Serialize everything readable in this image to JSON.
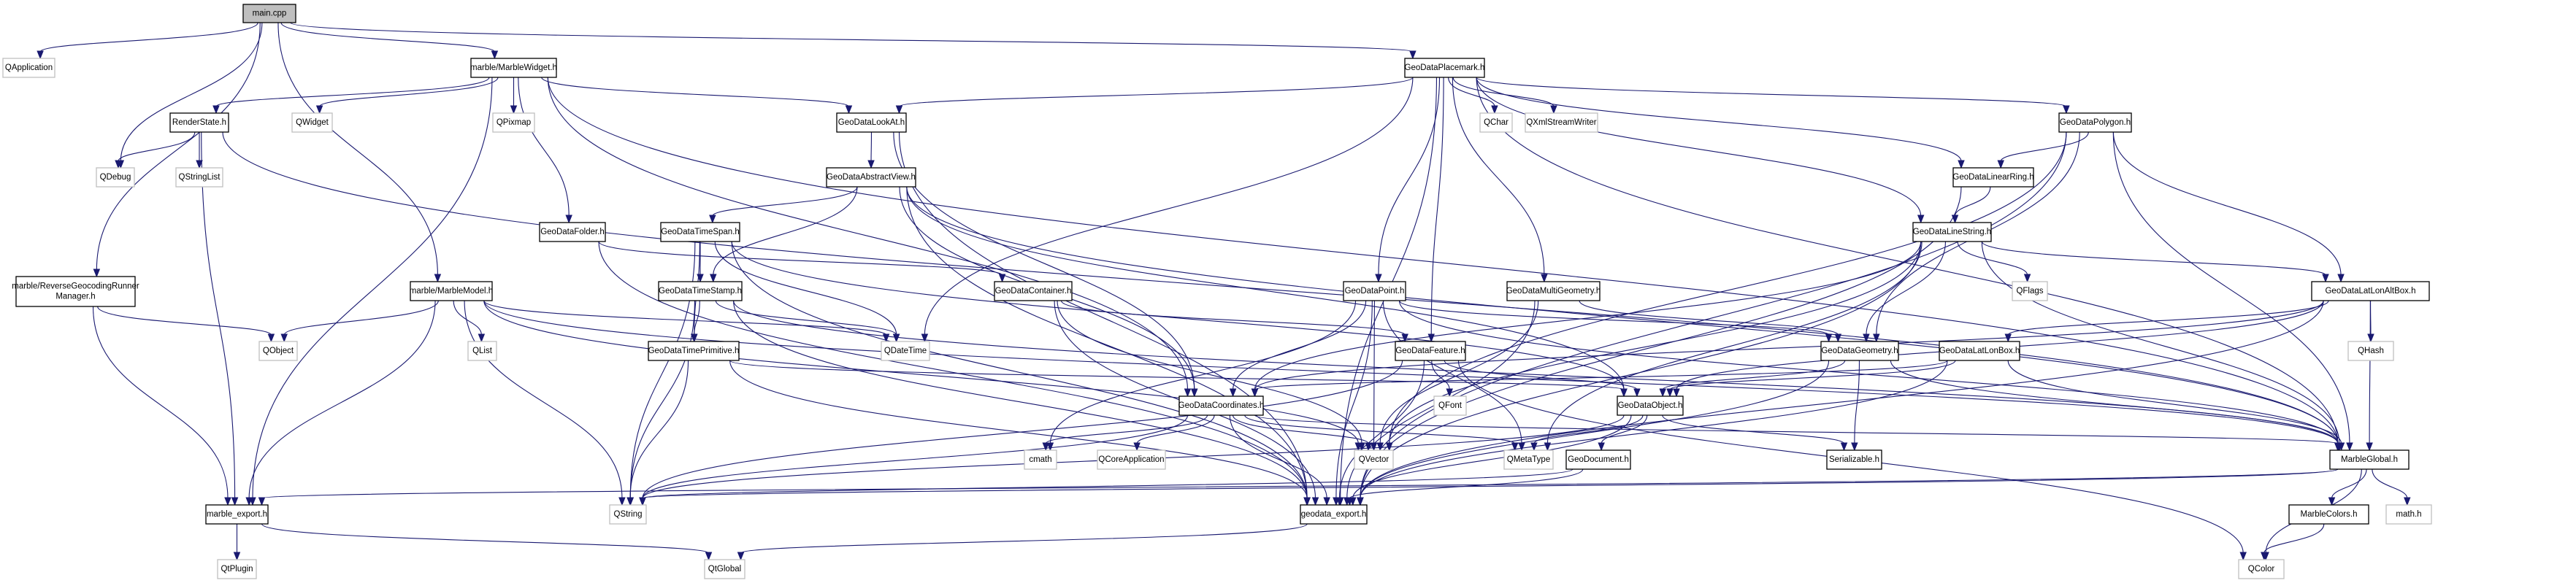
{
  "title": "main.cpp include dependency graph",
  "colors": {
    "edge": "#191970",
    "root_fill": "#bfbfbf",
    "internal_border": "#000000",
    "external_border": "#bfbfbf",
    "node_fill": "#ffffff"
  },
  "nodes": [
    {
      "id": "main_cpp",
      "label": "main.cpp",
      "kind": "root"
    },
    {
      "id": "QApplication",
      "label": "QApplication",
      "kind": "external"
    },
    {
      "id": "MarbleWidget",
      "label": "marble/MarbleWidget.h",
      "kind": "internal"
    },
    {
      "id": "GeoDataPlacemark",
      "label": "GeoDataPlacemark.h",
      "kind": "internal"
    },
    {
      "id": "RenderState",
      "label": "RenderState.h",
      "kind": "internal"
    },
    {
      "id": "QWidget",
      "label": "QWidget",
      "kind": "external"
    },
    {
      "id": "QPixmap",
      "label": "QPixmap",
      "kind": "external"
    },
    {
      "id": "GeoDataLookAt",
      "label": "GeoDataLookAt.h",
      "kind": "internal"
    },
    {
      "id": "QChar",
      "label": "QChar",
      "kind": "external"
    },
    {
      "id": "QXmlStreamWriter",
      "label": "QXmlStreamWriter",
      "kind": "external"
    },
    {
      "id": "GeoDataPolygon",
      "label": "GeoDataPolygon.h",
      "kind": "internal"
    },
    {
      "id": "QDebug",
      "label": "QDebug",
      "kind": "external"
    },
    {
      "id": "QStringList",
      "label": "QStringList",
      "kind": "external"
    },
    {
      "id": "GeoDataAbstractView",
      "label": "GeoDataAbstractView.h",
      "kind": "internal"
    },
    {
      "id": "GeoDataLinearRing",
      "label": "GeoDataLinearRing.h",
      "kind": "internal"
    },
    {
      "id": "GeoDataFolder",
      "label": "GeoDataFolder.h",
      "kind": "internal"
    },
    {
      "id": "GeoDataTimeSpan",
      "label": "GeoDataTimeSpan.h",
      "kind": "internal"
    },
    {
      "id": "GeoDataLineString",
      "label": "GeoDataLineString.h",
      "kind": "internal"
    },
    {
      "id": "ReverseGeocodingRunnerManager",
      "label": "marble/ReverseGeocodingRunner\nManager.h",
      "kind": "internal"
    },
    {
      "id": "MarbleModel",
      "label": "marble/MarbleModel.h",
      "kind": "internal"
    },
    {
      "id": "GeoDataTimeStamp",
      "label": "GeoDataTimeStamp.h",
      "kind": "internal"
    },
    {
      "id": "GeoDataContainer",
      "label": "GeoDataContainer.h",
      "kind": "internal"
    },
    {
      "id": "GeoDataPoint",
      "label": "GeoDataPoint.h",
      "kind": "internal"
    },
    {
      "id": "GeoDataMultiGeometry",
      "label": "GeoDataMultiGeometry.h",
      "kind": "internal"
    },
    {
      "id": "QFlags",
      "label": "QFlags",
      "kind": "external"
    },
    {
      "id": "GeoDataLatLonAltBox",
      "label": "GeoDataLatLonAltBox.h",
      "kind": "internal"
    },
    {
      "id": "QObject",
      "label": "QObject",
      "kind": "external"
    },
    {
      "id": "QList",
      "label": "QList",
      "kind": "external"
    },
    {
      "id": "GeoDataTimePrimitive",
      "label": "GeoDataTimePrimitive.h",
      "kind": "internal"
    },
    {
      "id": "QDateTime",
      "label": "QDateTime",
      "kind": "external"
    },
    {
      "id": "GeoDataFeature",
      "label": "GeoDataFeature.h",
      "kind": "internal"
    },
    {
      "id": "GeoDataGeometry",
      "label": "GeoDataGeometry.h",
      "kind": "internal"
    },
    {
      "id": "GeoDataLatLonBox",
      "label": "GeoDataLatLonBox.h",
      "kind": "internal"
    },
    {
      "id": "QHash",
      "label": "QHash",
      "kind": "external"
    },
    {
      "id": "GeoDataCoordinates",
      "label": "GeoDataCoordinates.h",
      "kind": "internal"
    },
    {
      "id": "QFont",
      "label": "QFont",
      "kind": "external"
    },
    {
      "id": "GeoDataObject",
      "label": "GeoDataObject.h",
      "kind": "internal"
    },
    {
      "id": "cmath",
      "label": "cmath",
      "kind": "external"
    },
    {
      "id": "QCoreApplication",
      "label": "QCoreApplication",
      "kind": "external"
    },
    {
      "id": "QVector",
      "label": "QVector",
      "kind": "external"
    },
    {
      "id": "QMetaType",
      "label": "QMetaType",
      "kind": "external"
    },
    {
      "id": "GeoDocument",
      "label": "GeoDocument.h",
      "kind": "internal"
    },
    {
      "id": "Serializable",
      "label": "Serializable.h",
      "kind": "internal"
    },
    {
      "id": "MarbleGlobal",
      "label": "MarbleGlobal.h",
      "kind": "internal"
    },
    {
      "id": "marble_export",
      "label": "marble_export.h",
      "kind": "internal"
    },
    {
      "id": "QString",
      "label": "QString",
      "kind": "external"
    },
    {
      "id": "geodata_export",
      "label": "geodata_export.h",
      "kind": "internal"
    },
    {
      "id": "MarbleColors",
      "label": "MarbleColors.h",
      "kind": "internal"
    },
    {
      "id": "math_h",
      "label": "math.h",
      "kind": "external"
    },
    {
      "id": "QtPlugin",
      "label": "QtPlugin",
      "kind": "external"
    },
    {
      "id": "QtGlobal",
      "label": "QtGlobal",
      "kind": "external"
    },
    {
      "id": "QColor",
      "label": "QColor",
      "kind": "external"
    }
  ],
  "edges": [
    [
      "main_cpp",
      "QApplication"
    ],
    [
      "main_cpp",
      "MarbleWidget"
    ],
    [
      "main_cpp",
      "GeoDataPlacemark"
    ],
    [
      "main_cpp",
      "QDebug"
    ],
    [
      "main_cpp",
      "ReverseGeocodingRunnerManager"
    ],
    [
      "main_cpp",
      "MarbleModel"
    ],
    [
      "MarbleWidget",
      "RenderState"
    ],
    [
      "MarbleWidget",
      "QWidget"
    ],
    [
      "MarbleWidget",
      "QPixmap"
    ],
    [
      "MarbleWidget",
      "GeoDataLookAt"
    ],
    [
      "MarbleWidget",
      "GeoDataFolder"
    ],
    [
      "MarbleWidget",
      "marble_export"
    ],
    [
      "MarbleWidget",
      "GeoDataCoordinates"
    ],
    [
      "MarbleWidget",
      "MarbleGlobal"
    ],
    [
      "RenderState",
      "QDebug"
    ],
    [
      "RenderState",
      "QStringList"
    ],
    [
      "RenderState",
      "marble_export"
    ],
    [
      "RenderState",
      "MarbleGlobal"
    ],
    [
      "GeoDataPlacemark",
      "GeoDataLookAt"
    ],
    [
      "GeoDataPlacemark",
      "QChar"
    ],
    [
      "GeoDataPlacemark",
      "QXmlStreamWriter"
    ],
    [
      "GeoDataPlacemark",
      "GeoDataPolygon"
    ],
    [
      "GeoDataPlacemark",
      "GeoDataLinearRing"
    ],
    [
      "GeoDataPlacemark",
      "GeoDataLineString"
    ],
    [
      "GeoDataPlacemark",
      "GeoDataPoint"
    ],
    [
      "GeoDataPlacemark",
      "GeoDataMultiGeometry"
    ],
    [
      "GeoDataPlacemark",
      "GeoDataFeature"
    ],
    [
      "GeoDataPlacemark",
      "QDateTime"
    ],
    [
      "GeoDataPlacemark",
      "geodata_export"
    ],
    [
      "GeoDataPlacemark",
      "MarbleGlobal"
    ],
    [
      "GeoDataLookAt",
      "GeoDataAbstractView"
    ],
    [
      "GeoDataLookAt",
      "GeoDataCoordinates"
    ],
    [
      "GeoDataLookAt",
      "geodata_export"
    ],
    [
      "GeoDataAbstractView",
      "GeoDataTimeSpan"
    ],
    [
      "GeoDataAbstractView",
      "GeoDataTimeStamp"
    ],
    [
      "GeoDataAbstractView",
      "GeoDataObject"
    ],
    [
      "GeoDataAbstractView",
      "GeoDataCoordinates"
    ],
    [
      "GeoDataAbstractView",
      "geodata_export"
    ],
    [
      "GeoDataAbstractView",
      "MarbleGlobal"
    ],
    [
      "GeoDataFolder",
      "GeoDataContainer"
    ],
    [
      "GeoDataFolder",
      "geodata_export"
    ],
    [
      "GeoDataTimeSpan",
      "GeoDataTimeStamp"
    ],
    [
      "GeoDataTimeSpan",
      "GeoDataTimePrimitive"
    ],
    [
      "GeoDataTimeSpan",
      "QDateTime"
    ],
    [
      "GeoDataTimeSpan",
      "GeoDataObject"
    ],
    [
      "GeoDataTimeSpan",
      "geodata_export"
    ],
    [
      "GeoDataTimeSpan",
      "QString"
    ],
    [
      "GeoDataTimeStamp",
      "GeoDataTimePrimitive"
    ],
    [
      "GeoDataTimeStamp",
      "QDateTime"
    ],
    [
      "GeoDataTimeStamp",
      "QString"
    ],
    [
      "GeoDataTimeStamp",
      "geodata_export"
    ],
    [
      "GeoDataTimeStamp",
      "MarbleGlobal"
    ],
    [
      "GeoDataTimePrimitive",
      "QString"
    ],
    [
      "GeoDataTimePrimitive",
      "geodata_export"
    ],
    [
      "GeoDataTimePrimitive",
      "GeoDataObject"
    ],
    [
      "GeoDataContainer",
      "GeoDataFeature"
    ],
    [
      "GeoDataContainer",
      "QVector"
    ],
    [
      "GeoDataContainer",
      "geodata_export"
    ],
    [
      "GeoDataPolygon",
      "GeoDataLinearRing"
    ],
    [
      "GeoDataPolygon",
      "GeoDataGeometry"
    ],
    [
      "GeoDataPolygon",
      "GeoDataLatLonAltBox"
    ],
    [
      "GeoDataPolygon",
      "QVector"
    ],
    [
      "GeoDataPolygon",
      "geodata_export"
    ],
    [
      "GeoDataPolygon",
      "MarbleGlobal"
    ],
    [
      "GeoDataLinearRing",
      "GeoDataLineString"
    ],
    [
      "GeoDataLinearRing",
      "geodata_export"
    ],
    [
      "GeoDataLineString",
      "QFlags"
    ],
    [
      "GeoDataLineString",
      "GeoDataGeometry"
    ],
    [
      "GeoDataLineString",
      "GeoDataLatLonAltBox"
    ],
    [
      "GeoDataLineString",
      "GeoDataCoordinates"
    ],
    [
      "GeoDataLineString",
      "QVector"
    ],
    [
      "GeoDataLineString",
      "QMetaType"
    ],
    [
      "GeoDataLineString",
      "geodata_export"
    ],
    [
      "GeoDataLineString",
      "MarbleGlobal"
    ],
    [
      "GeoDataPoint",
      "GeoDataGeometry"
    ],
    [
      "GeoDataPoint",
      "GeoDataCoordinates"
    ],
    [
      "GeoDataPoint",
      "QVector"
    ],
    [
      "GeoDataPoint",
      "QMetaType"
    ],
    [
      "GeoDataPoint",
      "cmath"
    ],
    [
      "GeoDataPoint",
      "geodata_export"
    ],
    [
      "GeoDataPoint",
      "MarbleGlobal"
    ],
    [
      "GeoDataMultiGeometry",
      "GeoDataGeometry"
    ],
    [
      "GeoDataMultiGeometry",
      "QVector"
    ],
    [
      "GeoDataMultiGeometry",
      "geodata_export"
    ],
    [
      "GeoDataLatLonAltBox",
      "GeoDataLatLonBox"
    ],
    [
      "GeoDataLatLonAltBox",
      "QHash"
    ],
    [
      "GeoDataLatLonAltBox",
      "GeoDataObject"
    ],
    [
      "GeoDataLatLonAltBox",
      "MarbleGlobal"
    ],
    [
      "GeoDataLatLonAltBox",
      "geodata_export"
    ],
    [
      "GeoDataLatLonAltBox",
      "GeoDataCoordinates"
    ],
    [
      "MarbleModel",
      "QObject"
    ],
    [
      "MarbleModel",
      "QList"
    ],
    [
      "MarbleModel",
      "QString"
    ],
    [
      "MarbleModel",
      "marble_export"
    ],
    [
      "MarbleModel",
      "QDateTime"
    ],
    [
      "MarbleModel",
      "MarbleGlobal"
    ],
    [
      "MarbleModel",
      "QVector"
    ],
    [
      "ReverseGeocodingRunnerManager",
      "QObject"
    ],
    [
      "ReverseGeocodingRunnerManager",
      "marble_export"
    ],
    [
      "GeoDataFeature",
      "GeoDataObject"
    ],
    [
      "GeoDataFeature",
      "QFont"
    ],
    [
      "GeoDataFeature",
      "QColor"
    ],
    [
      "GeoDataFeature",
      "QString"
    ],
    [
      "GeoDataFeature",
      "geodata_export"
    ],
    [
      "GeoDataGeometry",
      "GeoDataObject"
    ],
    [
      "GeoDataGeometry",
      "Serializable"
    ],
    [
      "GeoDataGeometry",
      "geodata_export"
    ],
    [
      "GeoDataGeometry",
      "MarbleGlobal"
    ],
    [
      "GeoDataLatLonBox",
      "GeoDataObject"
    ],
    [
      "GeoDataLatLonBox",
      "GeoDataCoordinates"
    ],
    [
      "GeoDataLatLonBox",
      "MarbleGlobal"
    ],
    [
      "GeoDataLatLonBox",
      "geodata_export"
    ],
    [
      "GeoDataCoordinates",
      "cmath"
    ],
    [
      "GeoDataCoordinates",
      "QCoreApplication"
    ],
    [
      "GeoDataCoordinates",
      "QVector"
    ],
    [
      "GeoDataCoordinates",
      "QMetaType"
    ],
    [
      "GeoDataCoordinates",
      "geodata_export"
    ],
    [
      "GeoDataCoordinates",
      "MarbleGlobal"
    ],
    [
      "GeoDataCoordinates",
      "QString"
    ],
    [
      "GeoDataObject",
      "GeoDocument"
    ],
    [
      "GeoDataObject",
      "Serializable"
    ],
    [
      "GeoDataObject",
      "QMetaType"
    ],
    [
      "GeoDataObject",
      "geodata_export"
    ],
    [
      "GeoDataObject",
      "QString"
    ],
    [
      "GeoDocument",
      "geodata_export"
    ],
    [
      "GeoDocument",
      "QString"
    ],
    [
      "MarbleGlobal",
      "MarbleColors"
    ],
    [
      "MarbleGlobal",
      "math_h"
    ],
    [
      "MarbleGlobal",
      "QColor"
    ],
    [
      "MarbleGlobal",
      "marble_export"
    ],
    [
      "MarbleGlobal",
      "QString"
    ],
    [
      "MarbleColors",
      "QColor"
    ],
    [
      "marble_export",
      "QtPlugin"
    ],
    [
      "marble_export",
      "QtGlobal"
    ],
    [
      "geodata_export",
      "QtGlobal"
    ]
  ]
}
